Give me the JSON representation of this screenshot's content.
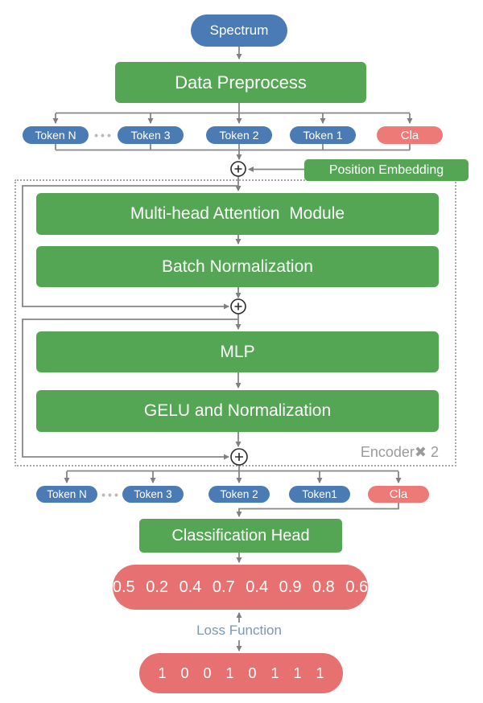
{
  "nodes": {
    "spectrum": "Spectrum",
    "data_preprocess": "Data Preprocess",
    "position_embedding": "Position Embedding",
    "multi_head_attention": "Multi-head Attention  Module",
    "batch_normalization": "Batch Normalization",
    "mlp": "MLP",
    "gelu_normalization": "GELU and Normalization",
    "encoder_repeat": "Encoder✖ 2",
    "classification_head": "Classification Head",
    "loss_function": "Loss Function"
  },
  "tokens_top": {
    "items": [
      "Token N",
      "Token 3",
      "Token 2",
      "Token 1"
    ],
    "ellipsis": "•••",
    "cla": "Cla"
  },
  "tokens_bottom": {
    "items": [
      "Token N",
      "Token 3",
      "Token 2",
      "Token1"
    ],
    "ellipsis": "•••",
    "cla": "Cla"
  },
  "outputs": {
    "probabilities": "0.5 0.2 0.4 0.7 0.4 0.9 0.8 0.6",
    "ground_truth": "1 0 0 1 0 1 1 1"
  },
  "icons": {
    "add": "⊕"
  },
  "colors": {
    "token_blue": "#4b7bb5",
    "box_green": "#54a654",
    "box_red": "#e77170",
    "pill_red": "#ee7a78",
    "wire_gray": "#868686",
    "encoder_label_gray": "#9b9b9b",
    "loss_text_blue": "#7e96b2"
  }
}
